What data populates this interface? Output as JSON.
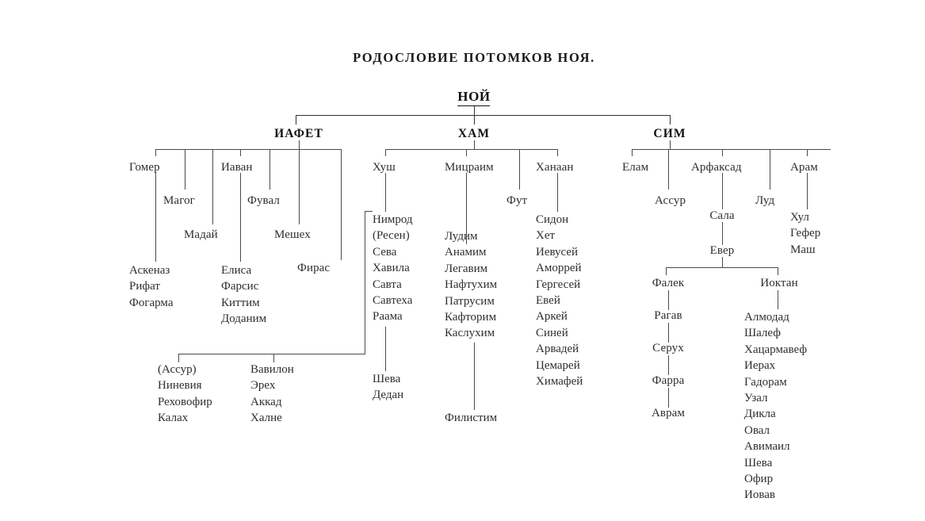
{
  "title": "РОДОСЛОВИЕ ПОТОМКОВ НОЯ.",
  "root": {
    "label": "НОЙ"
  },
  "sons": {
    "japheth": "ИАФЕТ",
    "ham": "ХАМ",
    "shem": "СИМ"
  },
  "japheth": {
    "children": {
      "gomer": "Гомер",
      "magog": "Магог",
      "madai": "Мадай",
      "javan": "Иаван",
      "tubal": "Фувал",
      "meshech": "Мешех",
      "tiras": "Фирас"
    },
    "gomer_sons": [
      "Аскеназ",
      "Рифат",
      "Фогарма"
    ],
    "javan_sons": [
      "Елиса",
      "Фарсис",
      "Киттим",
      "Доданим"
    ]
  },
  "ham": {
    "children": {
      "cush": "Хуш",
      "mizraim": "Мицраим",
      "phut": "Фут",
      "canaan": "Ханаан"
    },
    "cush_sons": [
      "Нимрод",
      "(Ресен)",
      "Сева",
      "Хавила",
      "Савта",
      "Савтеха",
      "Раама"
    ],
    "raamah_sons": [
      "Шева",
      "Дедан"
    ],
    "mizraim_sons": [
      "Лудим",
      "Анамим",
      "Легавим",
      "Нафтухим",
      "Патрусим",
      "Кафторим",
      "Каслухим"
    ],
    "casluhim_sons": [
      "Филистим"
    ],
    "canaan_sons": [
      "Сидон",
      "Хет",
      "Иевусей",
      "Аморрей",
      "Гергесей",
      "Евей",
      "Аркей",
      "Синей",
      "Арвадей",
      "Цемарей",
      "Химафей"
    ],
    "cities_left": [
      "(Ассур)",
      "Ниневия",
      "Реховофир",
      "Калах"
    ],
    "cities_right": [
      "Вавилон",
      "Эрех",
      "Аккад",
      "Халне"
    ]
  },
  "shem": {
    "children": {
      "elam": "Елам",
      "asshur": "Ассур",
      "arphaxad": "Арфаксад",
      "lud": "Луд",
      "aram": "Арам"
    },
    "aram_sons": [
      "Хул",
      "Гефер",
      "Маш"
    ],
    "salah": "Сала",
    "eber": "Евер",
    "peleg": "Фалек",
    "joktan": "Иоктан",
    "peleg_line": [
      "Рагав",
      "Серух",
      "Фарра",
      "Аврам"
    ],
    "joktan_sons": [
      "Алмодад",
      "Шалеф",
      "Хацармавеф",
      "Иерах",
      "Гадорам",
      "Узал",
      "Дикла",
      "Овал",
      "Авимаил",
      "Шева",
      "Офир",
      "Иовав"
    ]
  }
}
